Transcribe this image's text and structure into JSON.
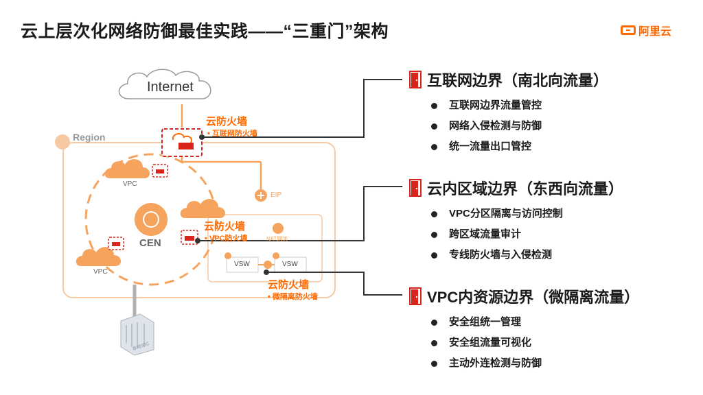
{
  "title": "云上层次化网络防御最佳实践——“三重门”架构",
  "logo": {
    "text": "阿里云"
  },
  "diagram": {
    "internet": "Internet",
    "region": "Region",
    "vpc_top": "VPC",
    "vpc_bottom": "VPC",
    "cen": "CEN",
    "eip": "EIP",
    "nat": "NAT网关",
    "vsw1": "VSW",
    "vsw2": "VSW",
    "idc": "本地IDC",
    "fw_internet": {
      "title": "云防火墙",
      "sub": "• 互联网防火墙"
    },
    "fw_vpc": {
      "title": "云防火墙",
      "sub": "• VPC防火墙"
    },
    "fw_micro": {
      "title": "云防火墙",
      "sub": "• 微隔离防火墙"
    }
  },
  "sections": [
    {
      "title": "互联网边界（南北向流量）",
      "items": [
        "互联网边界流量管控",
        "网络入侵检测与防御",
        "统一流量出口管控"
      ]
    },
    {
      "title": "云内区域边界（东西向流量）",
      "items": [
        "VPC分区隔离与访问控制",
        "跨区域流量审计",
        "专线防火墙与入侵检测"
      ]
    },
    {
      "title": "VPC内资源边界（微隔离流量）",
      "items": [
        "安全组统一管理",
        "安全组流量可视化",
        "主动外连检测与防御"
      ]
    }
  ],
  "colors": {
    "accent": "#ff6a00",
    "orange_light": "#f6a35e",
    "firewall_red": "#d9241b",
    "text": "#1a1a1a"
  }
}
